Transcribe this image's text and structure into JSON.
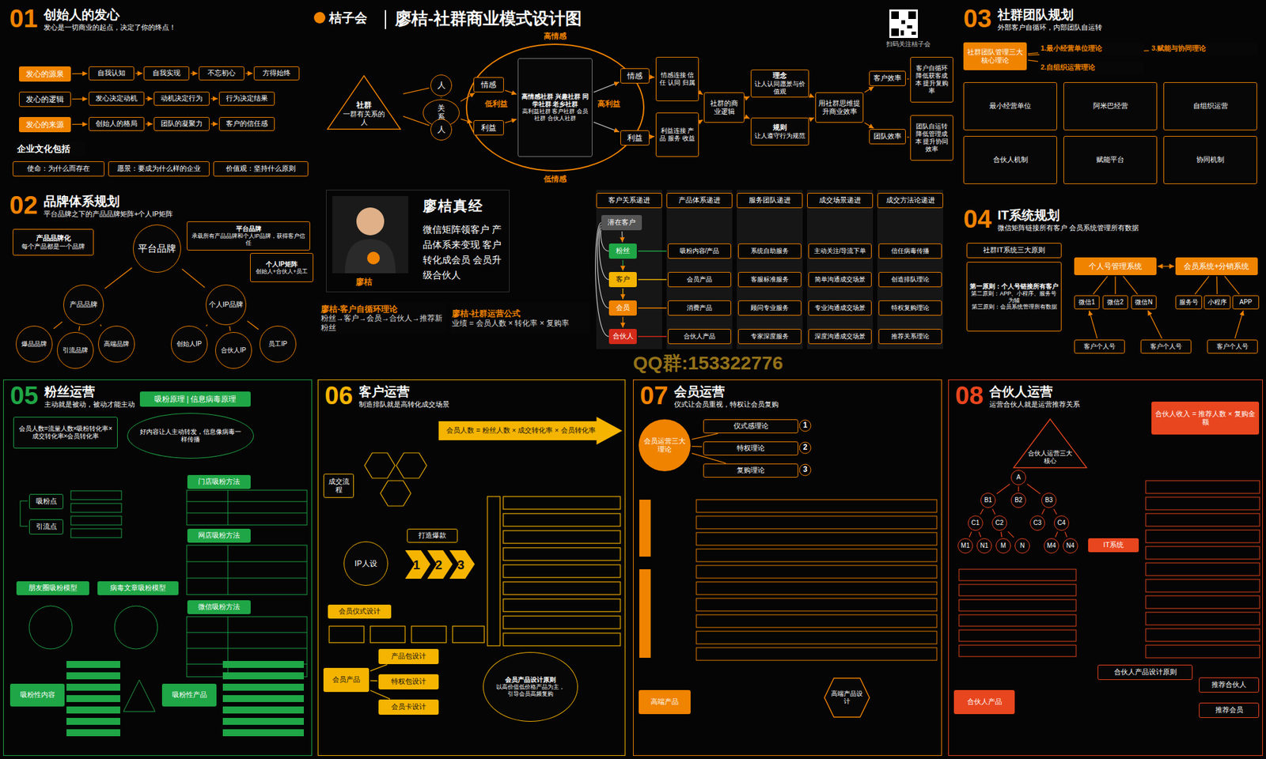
{
  "diagram": {
    "title": "廖桔-社群商业模式设计图",
    "nodes": [
      {
        "text": [
          "01",
          "创始人的发心",
          "发心是一切商业的起点，决定了你的终点！"
        ]
      },
      {
        "text": [
          "发心的源泉"
        ],
        "in": 0
      },
      {
        "text": [
          "发心的逻辑"
        ],
        "in": 0
      },
      {
        "text": [
          "发心的来源"
        ],
        "in": 0
      },
      {
        "text": [
          "自我认知"
        ],
        "in": 0
      },
      {
        "text": [
          "自我实现"
        ],
        "in": 0
      },
      {
        "text": [
          "不忘初心"
        ],
        "in": 0
      },
      {
        "text": [
          "方得始终"
        ],
        "in": 0
      },
      {
        "text": [
          "发心决定动机"
        ],
        "in": 0
      },
      {
        "text": [
          "动机决定行为"
        ],
        "in": 0
      },
      {
        "text": [
          "行为决定结果"
        ],
        "in": 0
      },
      {
        "text": [
          "创始人的格局"
        ],
        "in": 0
      },
      {
        "text": [
          "团队的凝聚力"
        ],
        "in": 0
      },
      {
        "text": [
          "客户的信任感"
        ],
        "in": 0
      },
      {
        "text": [
          "企业文化包括"
        ],
        "in": 0
      },
      {
        "text": [
          "使命：为什么而存在"
        ],
        "in": 0
      },
      {
        "text": [
          "愿景：要成为什么样的企业"
        ],
        "in": 0
      },
      {
        "text": [
          "价值观：坚持什么原则"
        ],
        "in": 0
      },
      {
        "text": [
          "02",
          "品牌体系规划",
          "平台品牌之下的产品品牌矩阵+个人IP矩阵"
        ]
      },
      {
        "text": [
          "平台品牌"
        ],
        "in": 18
      },
      {
        "text": [
          "产品品牌"
        ],
        "in": 18
      },
      {
        "text": [
          "个人IP品牌"
        ],
        "in": 18
      },
      {
        "text": [
          "产品品牌化",
          "每个产品都是一个品牌"
        ],
        "in": 18
      },
      {
        "text": [
          "平台品牌",
          "承载所有产品品牌和个人IP品牌，获得客户信任"
        ],
        "in": 18
      },
      {
        "text": [
          "个人IP矩阵",
          "创始人+合伙人+员工"
        ],
        "in": 18
      },
      {
        "text": [
          "爆品品牌"
        ],
        "in": 18
      },
      {
        "text": [
          "引流品牌"
        ],
        "in": 18
      },
      {
        "text": [
          "高端品牌"
        ],
        "in": 18
      },
      {
        "text": [
          "创始人IP"
        ],
        "in": 18
      },
      {
        "text": [
          "合伙人IP"
        ],
        "in": 18
      },
      {
        "text": [
          "员工IP"
        ],
        "in": 18
      },
      {
        "text": [
          "社群",
          "一群有关系的人"
        ]
      },
      {
        "text": [
          "人"
        ]
      },
      {
        "text": [
          "关系"
        ]
      },
      {
        "text": [
          "人"
        ]
      },
      {
        "text": [
          "情感"
        ]
      },
      {
        "text": [
          "利益"
        ]
      },
      {
        "text": [
          "高情感社群 兴趣社群 同学社群 老乡社群",
          "高利益社群 客户社群 会员社群 合伙人社群"
        ]
      },
      {
        "text": [
          "情感"
        ]
      },
      {
        "text": [
          "利益"
        ]
      },
      {
        "text": [
          "情感连接 信任 认同 归属"
        ]
      },
      {
        "text": [
          "利益连接 产品 服务 收益"
        ]
      },
      {
        "text": [
          "社群的商业逻辑"
        ]
      },
      {
        "text": [
          "理念",
          "让人认同愿景与价值观"
        ]
      },
      {
        "text": [
          "规则",
          "让人遵守行为规范"
        ]
      },
      {
        "text": [
          "用社群思维提升商业效率"
        ]
      },
      {
        "text": [
          "客户效率"
        ]
      },
      {
        "text": [
          "团队效率"
        ]
      },
      {
        "text": [
          "客户自循环 降低获客成本 提升复购率"
        ]
      },
      {
        "text": [
          "团队自运转 降低管理成本 提升协同效率"
        ]
      },
      {
        "text": [
          "03",
          "社群团队规划",
          "外部客户自循环，内部团队自运转"
        ]
      },
      {
        "text": [
          "社群团队管理三大核心理论"
        ],
        "in": 50
      },
      {
        "text": [
          "1.最小经营单位理论"
        ],
        "in": 50
      },
      {
        "text": [
          "2.自组织运营理论"
        ],
        "in": 50
      },
      {
        "text": [
          "3.赋能与协同理论"
        ],
        "in": 50
      },
      {
        "text": [
          "最小经营单位"
        ],
        "in": 50
      },
      {
        "text": [
          "阿米巴经营"
        ],
        "in": 50
      },
      {
        "text": [
          "自组织运营"
        ],
        "in": 50
      },
      {
        "text": [
          "合伙人机制"
        ],
        "in": 50
      },
      {
        "text": [
          "赋能平台"
        ],
        "in": 50
      },
      {
        "text": [
          "协同机制"
        ],
        "in": 50
      },
      {
        "text": [
          "04",
          "IT系统规划",
          "微信矩阵链接所有客户 会员系统管理所有数据"
        ]
      },
      {
        "text": [
          "社群IT系统三大原则"
        ],
        "in": 61
      },
      {
        "text": [
          "第一原则：个人号链接所有客户",
          "第二原则：APP、小程序、服务号为辅",
          "第三原则：会员系统管理所有数据"
        ],
        "in": 61
      },
      {
        "text": [
          "个人号管理系统"
        ],
        "in": 61
      },
      {
        "text": [
          "会员系统+分销系统"
        ],
        "in": 61
      },
      {
        "text": [
          "微信1"
        ],
        "in": 61
      },
      {
        "text": [
          "微信2"
        ],
        "in": 61
      },
      {
        "text": [
          "微信N"
        ],
        "in": 61
      },
      {
        "text": [
          "服务号"
        ],
        "in": 61
      },
      {
        "text": [
          "小程序"
        ],
        "in": 61
      },
      {
        "text": [
          "APP"
        ],
        "in": 61
      },
      {
        "text": [
          "客户个人号"
        ],
        "in": 61
      },
      {
        "text": [
          "客户个人号"
        ],
        "in": 61
      },
      {
        "text": [
          "客户个人号"
        ],
        "in": 61
      },
      {
        "text": [
          "廖桔真经",
          "微信矩阵领客户 产品体系来变现 客户转化成会员 会员升级合伙人"
        ]
      },
      {
        "text": [
          "廖桔-客户自循环理论",
          "粉丝→客户→会员→合伙人→推荐新粉丝"
        ]
      },
      {
        "text": [
          "廖桔-社群运营公式",
          "业绩 = 会员人数 × 转化率 × 复购率"
        ]
      },
      {
        "text": [
          "潜在客户"
        ]
      },
      {
        "text": [
          "粉丝"
        ]
      },
      {
        "text": [
          "客户"
        ]
      },
      {
        "text": [
          "会员"
        ]
      },
      {
        "text": [
          "合伙人"
        ]
      },
      {
        "text": [
          "客户关系递进"
        ]
      },
      {
        "text": [
          "产品体系递进"
        ]
      },
      {
        "text": [
          "服务团队递进"
        ]
      },
      {
        "text": [
          "成交场景递进"
        ]
      },
      {
        "text": [
          "成交方法论递进"
        ]
      },
      {
        "text": [
          "吸粉内容/产品"
        ]
      },
      {
        "text": [
          "系统自助服务"
        ]
      },
      {
        "text": [
          "主动关注/导流下单"
        ]
      },
      {
        "text": [
          "信任病毒传播"
        ]
      },
      {
        "text": [
          "会员产品"
        ]
      },
      {
        "text": [
          "客服标准服务"
        ]
      },
      {
        "text": [
          "简单沟通成交场景"
        ]
      },
      {
        "text": [
          "创造排队理论"
        ]
      },
      {
        "text": [
          "消费产品"
        ]
      },
      {
        "text": [
          "顾问专业服务"
        ]
      },
      {
        "text": [
          "专业沟通成交场景"
        ]
      },
      {
        "text": [
          "特权复购理论"
        ]
      },
      {
        "text": [
          "合伙人产品"
        ]
      },
      {
        "text": [
          "专家深度服务"
        ]
      },
      {
        "text": [
          "深度沟通成交场景"
        ]
      },
      {
        "text": [
          "推荐关系理论"
        ]
      },
      {
        "text": [
          "05",
          "粉丝运营",
          "主动就是被动，被动才能主动"
        ]
      },
      {
        "text": [
          "吸粉原理 | 信息病毒原理"
        ],
        "in": 104
      },
      {
        "text": [
          "会员人数=流量人数×吸粉转化率×成交转化率×会员转化率"
        ],
        "in": 104
      },
      {
        "text": [
          "好内容让人主动转发，信息像病毒一样传播"
        ],
        "in": 104
      },
      {
        "text": [
          "门店吸粉方法"
        ],
        "in": 104
      },
      {
        "text": [
          "网店吸粉方法"
        ],
        "in": 104
      },
      {
        "text": [
          "微信吸粉方法"
        ],
        "in": 104
      },
      {
        "text": [
          "吸粉点"
        ],
        "in": 104
      },
      {
        "text": [
          "引流点"
        ],
        "in": 104
      },
      {
        "text": [
          "朋友圈吸粉模型"
        ],
        "in": 104
      },
      {
        "text": [
          "病毒文章吸粉模型"
        ],
        "in": 104
      },
      {
        "text": [
          "吸粉性内容"
        ],
        "in": 104
      },
      {
        "text": [
          "吸粉性产品"
        ],
        "in": 104
      },
      {
        "text": [
          "06",
          "客户运营",
          "制造排队就是高转化成交场景"
        ]
      },
      {
        "text": [
          "会员人数 = 粉丝人数 × 成交转化率 × 会员转化率"
        ],
        "in": 117
      },
      {
        "text": [
          "成交流程"
        ],
        "in": 117
      },
      {
        "text": [
          "IP人设"
        ],
        "in": 117
      },
      {
        "text": [
          "打造爆款"
        ],
        "in": 117
      },
      {
        "text": [
          "会员仪式设计"
        ],
        "in": 117
      },
      {
        "text": [
          "会员产品"
        ],
        "in": 117
      },
      {
        "text": [
          "产品包设计"
        ],
        "in": 117
      },
      {
        "text": [
          "特权包设计"
        ],
        "in": 117
      },
      {
        "text": [
          "会员卡设计"
        ],
        "in": 117
      },
      {
        "text": [
          "会员产品设计原则",
          "以高价值低价格产品为主，引导会员高频复购"
        ],
        "in": 117
      },
      {
        "text": [
          "07",
          "会员运营",
          "仪式让会员重视，特权让会员复购"
        ]
      },
      {
        "text": [
          "会员运营三大理论"
        ],
        "in": 128
      },
      {
        "text": [
          "仪式感理论"
        ],
        "in": 128
      },
      {
        "text": [
          "特权理论"
        ],
        "in": 128
      },
      {
        "text": [
          "复购理论"
        ],
        "in": 128
      },
      {
        "text": [
          "高端产品"
        ],
        "in": 128
      },
      {
        "text": [
          "高端产品设计"
        ],
        "in": 128
      },
      {
        "text": [
          "08",
          "合伙人运营",
          "运营合伙人就是运营推荐关系"
        ]
      },
      {
        "text": [
          "合伙人运营三大核心"
        ],
        "in": 135
      },
      {
        "text": [
          "合伙人收入 = 推荐人数 × 复购金额"
        ],
        "in": 135
      },
      {
        "text": [
          "A"
        ],
        "in": 135
      },
      {
        "text": [
          "B1"
        ],
        "in": 135
      },
      {
        "text": [
          "B2"
        ],
        "in": 135
      },
      {
        "text": [
          "B3"
        ],
        "in": 135
      },
      {
        "text": [
          "C1"
        ],
        "in": 135
      },
      {
        "text": [
          "C2"
        ],
        "in": 135
      },
      {
        "text": [
          "C3"
        ],
        "in": 135
      },
      {
        "text": [
          "C4"
        ],
        "in": 135
      },
      {
        "text": [
          "M1"
        ],
        "in": 135
      },
      {
        "text": [
          "N1"
        ],
        "in": 135
      },
      {
        "text": [
          "M"
        ],
        "in": 135
      },
      {
        "text": [
          "N"
        ],
        "in": 135
      },
      {
        "text": [
          "M4"
        ],
        "in": 135
      },
      {
        "text": [
          "N4"
        ],
        "in": 135
      },
      {
        "text": [
          "IT系统"
        ],
        "in": 135
      },
      {
        "text": [
          "合伙人产品"
        ],
        "in": 135
      },
      {
        "text": [
          "合伙人产品设计原则"
        ],
        "in": 135
      },
      {
        "text": [
          "推荐合伙人"
        ],
        "in": 135
      },
      {
        "text": [
          "推荐会员"
        ],
        "in": 135
      }
    ],
    "edges": [
      {
        "from": 1,
        "to": 4,
        "arrow": "to"
      },
      {
        "from": 4,
        "to": 5,
        "arrow": "to"
      },
      {
        "from": 5,
        "to": 6,
        "arrow": "to"
      },
      {
        "from": 6,
        "to": 7,
        "arrow": "to"
      },
      {
        "from": 2,
        "to": 8,
        "arrow": "to"
      },
      {
        "from": 8,
        "to": 9,
        "arrow": "to"
      },
      {
        "from": 9,
        "to": 10,
        "arrow": "to"
      },
      {
        "from": 3,
        "to": 11,
        "arrow": "to"
      },
      {
        "from": 11,
        "to": 12,
        "arrow": "to"
      },
      {
        "from": 12,
        "to": 13,
        "arrow": "to"
      },
      {
        "from": 19,
        "to": 20,
        "arrow": "none"
      },
      {
        "from": 19,
        "to": 21,
        "arrow": "none"
      },
      {
        "from": 20,
        "to": 25,
        "arrow": "none"
      },
      {
        "from": 20,
        "to": 26,
        "arrow": "none"
      },
      {
        "from": 20,
        "to": 27,
        "arrow": "none"
      },
      {
        "from": 21,
        "to": 28,
        "arrow": "none"
      },
      {
        "from": 21,
        "to": 29,
        "arrow": "none"
      },
      {
        "from": 21,
        "to": 30,
        "arrow": "none"
      },
      {
        "from": 31,
        "to": 32,
        "arrow": "none"
      },
      {
        "from": 31,
        "to": 34,
        "arrow": "none"
      },
      {
        "from": 32,
        "to": 33,
        "arrow": "none"
      },
      {
        "from": 33,
        "to": 34,
        "arrow": "none"
      },
      {
        "from": 33,
        "to": 35,
        "arrow": "to"
      },
      {
        "from": 33,
        "to": 36,
        "arrow": "to"
      },
      {
        "from": 35,
        "to": 37,
        "arrow": "to"
      },
      {
        "from": 36,
        "to": 37,
        "arrow": "to"
      },
      {
        "from": 37,
        "to": 38,
        "arrow": "to"
      },
      {
        "from": 37,
        "to": 39,
        "arrow": "to"
      },
      {
        "from": 38,
        "to": 40,
        "arrow": "to"
      },
      {
        "from": 39,
        "to": 41,
        "arrow": "to"
      },
      {
        "from": 40,
        "to": 42,
        "arrow": "to"
      },
      {
        "from": 41,
        "to": 42,
        "arrow": "to"
      },
      {
        "from": 42,
        "to": 43,
        "arrow": "to"
      },
      {
        "from": 42,
        "to": 44,
        "arrow": "to"
      },
      {
        "from": 43,
        "to": 45,
        "arrow": "to"
      },
      {
        "from": 44,
        "to": 45,
        "arrow": "to"
      },
      {
        "from": 45,
        "to": 46,
        "arrow": "to"
      },
      {
        "from": 45,
        "to": 47,
        "arrow": "to"
      },
      {
        "from": 46,
        "to": 48,
        "arrow": "none"
      },
      {
        "from": 47,
        "to": 49,
        "arrow": "none"
      },
      {
        "from": 51,
        "to": 52,
        "arrow": "none"
      },
      {
        "from": 51,
        "to": 53,
        "arrow": "none"
      },
      {
        "from": 51,
        "to": 54,
        "arrow": "none"
      },
      {
        "from": 64,
        "to": 66,
        "arrow": "none"
      },
      {
        "from": 64,
        "to": 67,
        "arrow": "none"
      },
      {
        "from": 64,
        "to": 68,
        "arrow": "none"
      },
      {
        "from": 65,
        "to": 69,
        "arrow": "none"
      },
      {
        "from": 65,
        "to": 70,
        "arrow": "none"
      },
      {
        "from": 65,
        "to": 71,
        "arrow": "none"
      },
      {
        "from": 64,
        "to": 65,
        "arrow": "both"
      },
      {
        "from": 72,
        "to": 66,
        "arrow": "to"
      },
      {
        "from": 73,
        "to": 68,
        "arrow": "to"
      },
      {
        "from": 74,
        "to": 71,
        "arrow": "to"
      },
      {
        "from": 78,
        "to": 79,
        "arrow": "to"
      },
      {
        "from": 79,
        "to": 80,
        "arrow": "to"
      },
      {
        "from": 80,
        "to": 81,
        "arrow": "to"
      },
      {
        "from": 81,
        "to": 82,
        "arrow": "to"
      },
      {
        "from": 79,
        "to": 88,
        "arrow": "none"
      },
      {
        "from": 80,
        "to": 92,
        "arrow": "none"
      },
      {
        "from": 81,
        "to": 96,
        "arrow": "none"
      },
      {
        "from": 82,
        "to": 100,
        "arrow": "none"
      },
      {
        "from": 123,
        "to": 124,
        "arrow": "none"
      },
      {
        "from": 123,
        "to": 125,
        "arrow": "none"
      },
      {
        "from": 123,
        "to": 126,
        "arrow": "none"
      },
      {
        "from": 129,
        "to": 130,
        "arrow": "none"
      },
      {
        "from": 129,
        "to": 131,
        "arrow": "none"
      },
      {
        "from": 129,
        "to": 132,
        "arrow": "none"
      },
      {
        "from": 138,
        "to": 139,
        "arrow": "none"
      },
      {
        "from": 138,
        "to": 140,
        "arrow": "none"
      },
      {
        "from": 138,
        "to": 141,
        "arrow": "none"
      },
      {
        "from": 139,
        "to": 142,
        "arrow": "none"
      },
      {
        "from": 139,
        "to": 143,
        "arrow": "none"
      },
      {
        "from": 141,
        "to": 144,
        "arrow": "none"
      },
      {
        "from": 141,
        "to": 145,
        "arrow": "none"
      },
      {
        "from": 142,
        "to": 146,
        "arrow": "none"
      },
      {
        "from": 142,
        "to": 147,
        "arrow": "none"
      },
      {
        "from": 143,
        "to": 148,
        "arrow": "none"
      },
      {
        "from": 143,
        "to": 149,
        "arrow": "none"
      },
      {
        "from": 145,
        "to": 150,
        "arrow": "none"
      },
      {
        "from": 145,
        "to": 151,
        "arrow": "none"
      }
    ],
    "labels": [
      "桔子会",
      "扫码关注桔子会",
      "高情感",
      "低利益",
      "高利益",
      "低情感",
      "廖桔",
      "1",
      "2",
      "3",
      "1",
      "2",
      "3",
      "QQ群:153322776"
    ]
  }
}
